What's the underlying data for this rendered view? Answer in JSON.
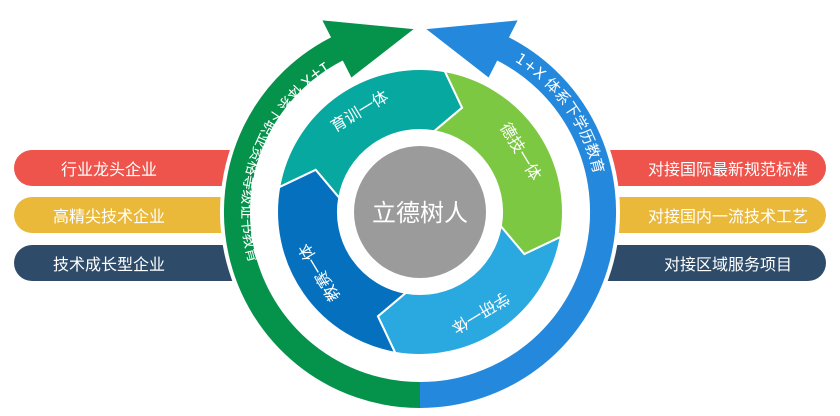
{
  "center": {
    "label": "立德树人",
    "color": "#9B9B9B"
  },
  "inner_segments": [
    {
      "label": "育训一体",
      "color": "#07A8A0"
    },
    {
      "label": "德技一体",
      "color": "#7DC843"
    },
    {
      "label": "学研一体",
      "color": "#2AA9E0"
    },
    {
      "label": "教赛一体",
      "color": "#0571BE"
    }
  ],
  "outer_ring": {
    "left": {
      "label": "1+X 体系下职业资格等级证书教育",
      "color": "#05924A"
    },
    "right": {
      "label": "1+X 体系下学历教育",
      "color": "#2488DC"
    }
  },
  "left_items": [
    {
      "label": "行业龙头企业",
      "color": "#EE544B"
    },
    {
      "label": "高精尖技术企业",
      "color": "#EBB93A"
    },
    {
      "label": "技术成长型企业",
      "color": "#2E4C69"
    }
  ],
  "right_items": [
    {
      "label": "对接国际最新规范标准",
      "color": "#EE544B"
    },
    {
      "label": "对接国内一流技术工艺",
      "color": "#EBB93A"
    },
    {
      "label": "对接区域服务项目",
      "color": "#2E4C69"
    }
  ]
}
